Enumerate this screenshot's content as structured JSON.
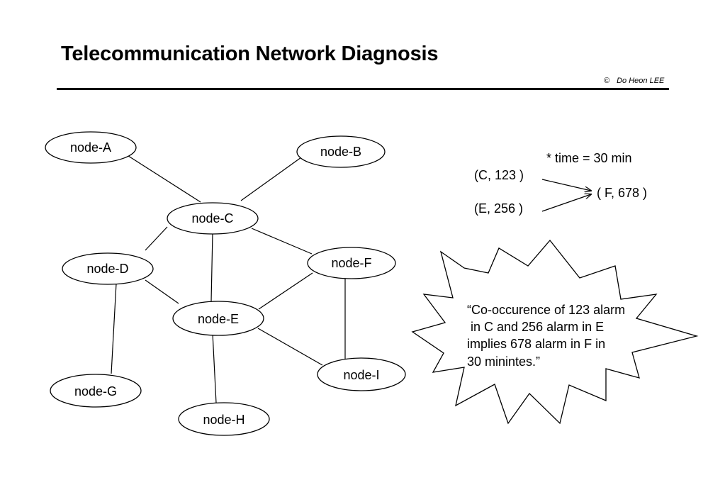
{
  "header": {
    "title": "Telecommunication Network Diagnosis",
    "copyright_symbol": "©",
    "author": "Do Heon LEE"
  },
  "nodes": {
    "a": "node-A",
    "b": "node-B",
    "c": "node-C",
    "d": "node-D",
    "e": "node-E",
    "f": "node-F",
    "g": "node-G",
    "h": "node-H",
    "i": "node-I"
  },
  "edges": [
    [
      "node-A",
      "node-C"
    ],
    [
      "node-B",
      "node-C"
    ],
    [
      "node-C",
      "node-D"
    ],
    [
      "node-C",
      "node-E"
    ],
    [
      "node-C",
      "node-F"
    ],
    [
      "node-D",
      "node-E"
    ],
    [
      "node-D",
      "node-G"
    ],
    [
      "node-E",
      "node-F"
    ],
    [
      "node-E",
      "node-H"
    ],
    [
      "node-E",
      "node-I"
    ],
    [
      "node-F",
      "node-I"
    ]
  ],
  "rule": {
    "time_note": "* time = 30 min",
    "premise_1": "(C, 123 )",
    "premise_2": "(E, 256 )",
    "conclusion": "( F, 678 )"
  },
  "callout": {
    "line1": "“Co-occurence of 123 alarm",
    "line2": " in C and 256 alarm in E",
    "line3": "implies 678 alarm in F in",
    "line4": "30 minintes.”"
  }
}
